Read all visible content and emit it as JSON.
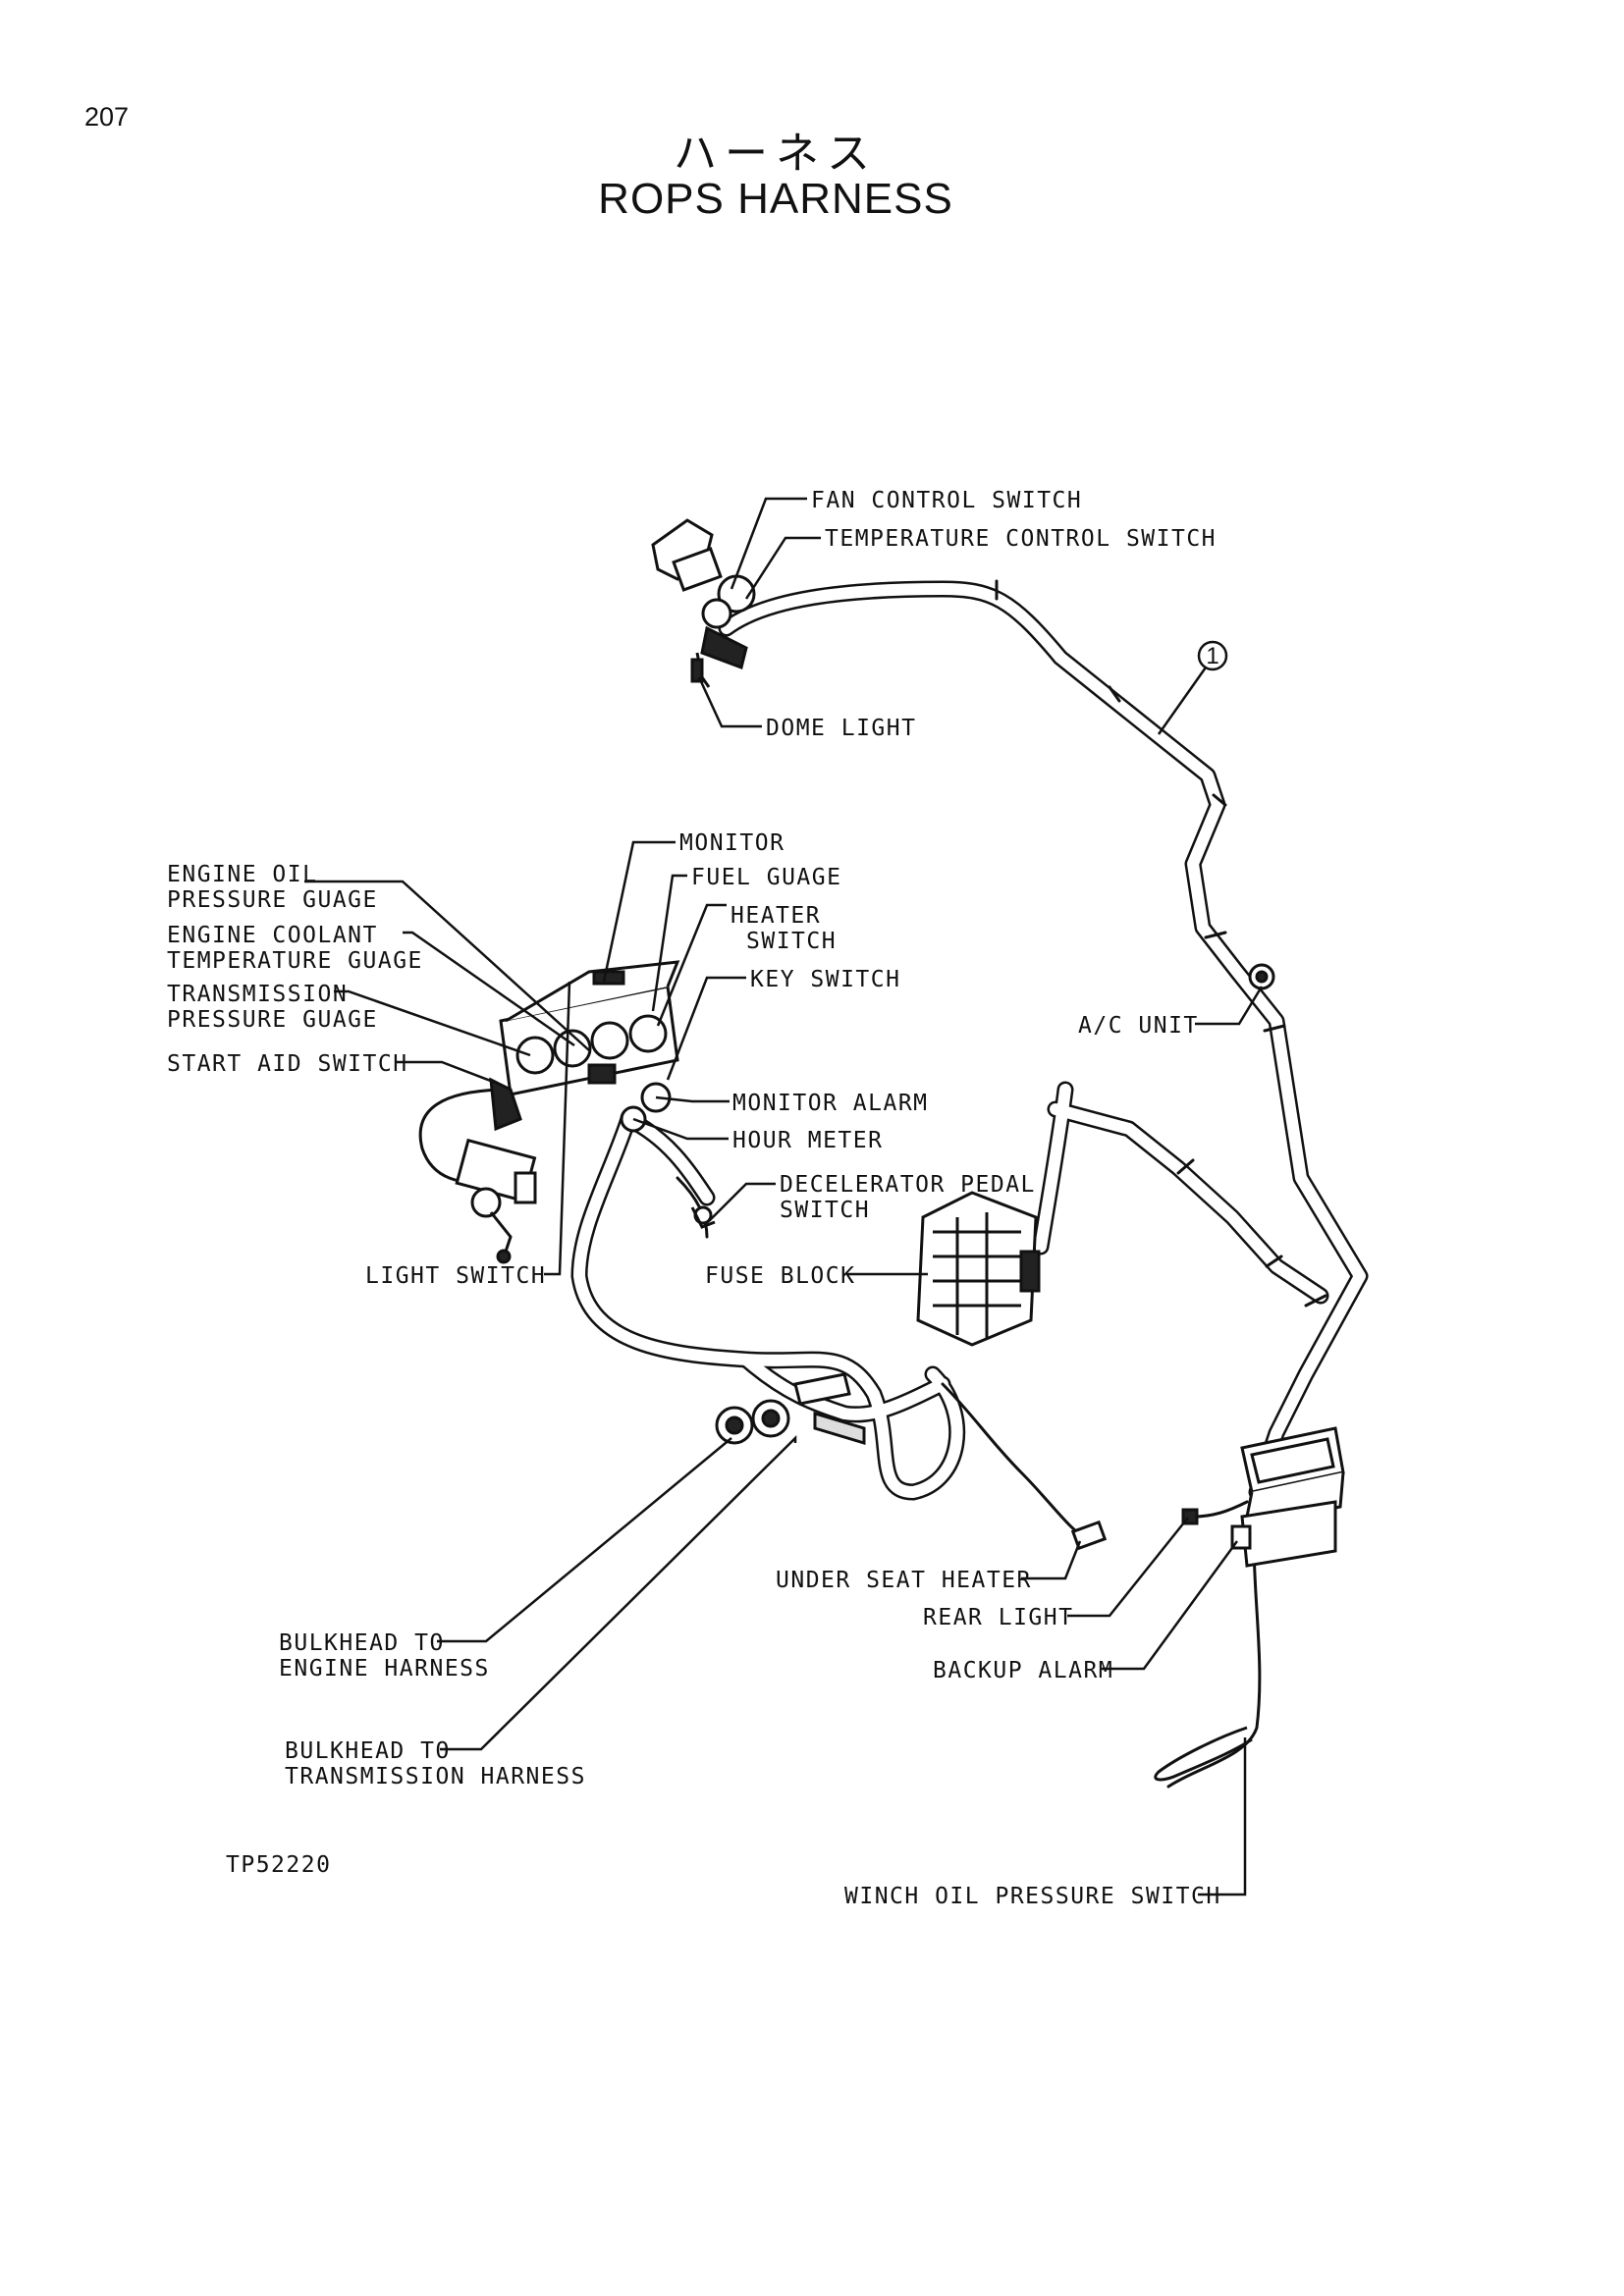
{
  "page": {
    "number": "207",
    "drawing_id": "TP52220"
  },
  "title": {
    "japanese": "ハーネス",
    "english": "ROPS HARNESS"
  },
  "part_ref": "1",
  "labels": {
    "fan_control_switch": "FAN CONTROL SWITCH",
    "temperature_control_switch": "TEMPERATURE CONTROL SWITCH",
    "dome_light": "DOME LIGHT",
    "monitor": "MONITOR",
    "fuel_guage": "FUEL GUAGE",
    "heater_switch_1": "HEATER",
    "heater_switch_2": "SWITCH",
    "key_switch": "KEY SWITCH",
    "engine_oil_1": "ENGINE OIL",
    "engine_oil_2": "PRESSURE GUAGE",
    "engine_coolant_1": "ENGINE COOLANT",
    "engine_coolant_2": "TEMPERATURE GUAGE",
    "transmission_1": "TRANSMISSION",
    "transmission_2": "PRESSURE GUAGE",
    "start_aid_switch": "START AID SWITCH",
    "monitor_alarm": "MONITOR ALARM",
    "hour_meter": "HOUR METER",
    "ac_unit": "A/C UNIT",
    "decelerator_1": "DECELERATOR PEDAL",
    "decelerator_2": "SWITCH",
    "light_switch": "LIGHT SWITCH",
    "fuse_block": "FUSE BLOCK",
    "under_seat_heater": "UNDER SEAT HEATER",
    "rear_light": "REAR LIGHT",
    "backup_alarm": "BACKUP ALARM",
    "bulkhead_engine_1": "BULKHEAD TO",
    "bulkhead_engine_2": "ENGINE HARNESS",
    "bulkhead_trans_1": "BULKHEAD TO",
    "bulkhead_trans_2": "TRANSMISSION HARNESS",
    "winch_oil_pressure_switch": "WINCH OIL PRESSURE SWITCH"
  }
}
